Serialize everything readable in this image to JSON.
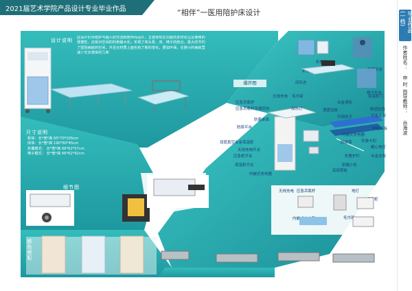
{
  "header": {
    "left_title": "2021届艺术学院产品设计专业毕业作品",
    "center_title": "“相伴”一医用陪护床设计"
  },
  "right_strip": {
    "tab_text": "毕业作品(一档)",
    "col1": "作者姓名：",
    "col2": "指导教师：",
    "col3": "申 时",
    "col4": "岳海波"
  },
  "design_note": {
    "title": "设计说明",
    "text": "此设计针对陪护与病人的交流和陪伴而设计，主要体现在功能的多样化以及使用的便捷性，还有对空间的利用最大化，实现了床头柜、床、椅子的结合，极大的节约了医院病房的空间，并且在材质上面也有了新的变化，更加环保，在狭小的病房里减少交叉感染的几率"
  },
  "forms": {
    "fold": "折叠形态",
    "fold_bed": "折叠床形态",
    "rotate": "旋转形态",
    "bed": "床形态",
    "chair": "椅子形态"
  },
  "size": {
    "title": "尺寸说明",
    "rows": [
      "柜体：长*宽*高  65*70*105cm",
      "床体：长*宽*高  190*50*45cm",
      "折叠模式：  长*宽*高  66*62*57cm",
      "椅子模式：  长*宽*高  66*62*92cm"
    ]
  },
  "explode": {
    "title": "爆炸图",
    "labels": [
      "无线充电",
      "毛巾架",
      "应急吊瓶杆",
      "加热灯",
      "保温柜门",
      "应急吊瓶杆压缩状态",
      "透盖拉板",
      "合金滑轨",
      "舒适软垫",
      "防菌桌面",
      "可调扶手",
      "防摔平台",
      "合金支架",
      "伸缩床板",
      "内嵌式充电器",
      "防掉落",
      "安装卡扣",
      "双层真空合金保温柜",
      "暖心地灯",
      "无线充电开关",
      "折叠护栏",
      "合金支架",
      "应急柜开关",
      "保温柜开关",
      "内嵌式充电器",
      "耐磨小轮",
      "底部搭板"
    ]
  },
  "detail": {
    "title": "细节图",
    "legend": [
      "无线充电",
      "应急吊瓶杆",
      "地灯",
      "保温柜",
      "内嵌式充电器",
      "毛巾架"
    ]
  },
  "color": {
    "title": "颜色搭配"
  },
  "colors": {
    "teal": "#2fb3b3",
    "header": "#1f6f78",
    "accent_blue": "#2c7cb3"
  }
}
